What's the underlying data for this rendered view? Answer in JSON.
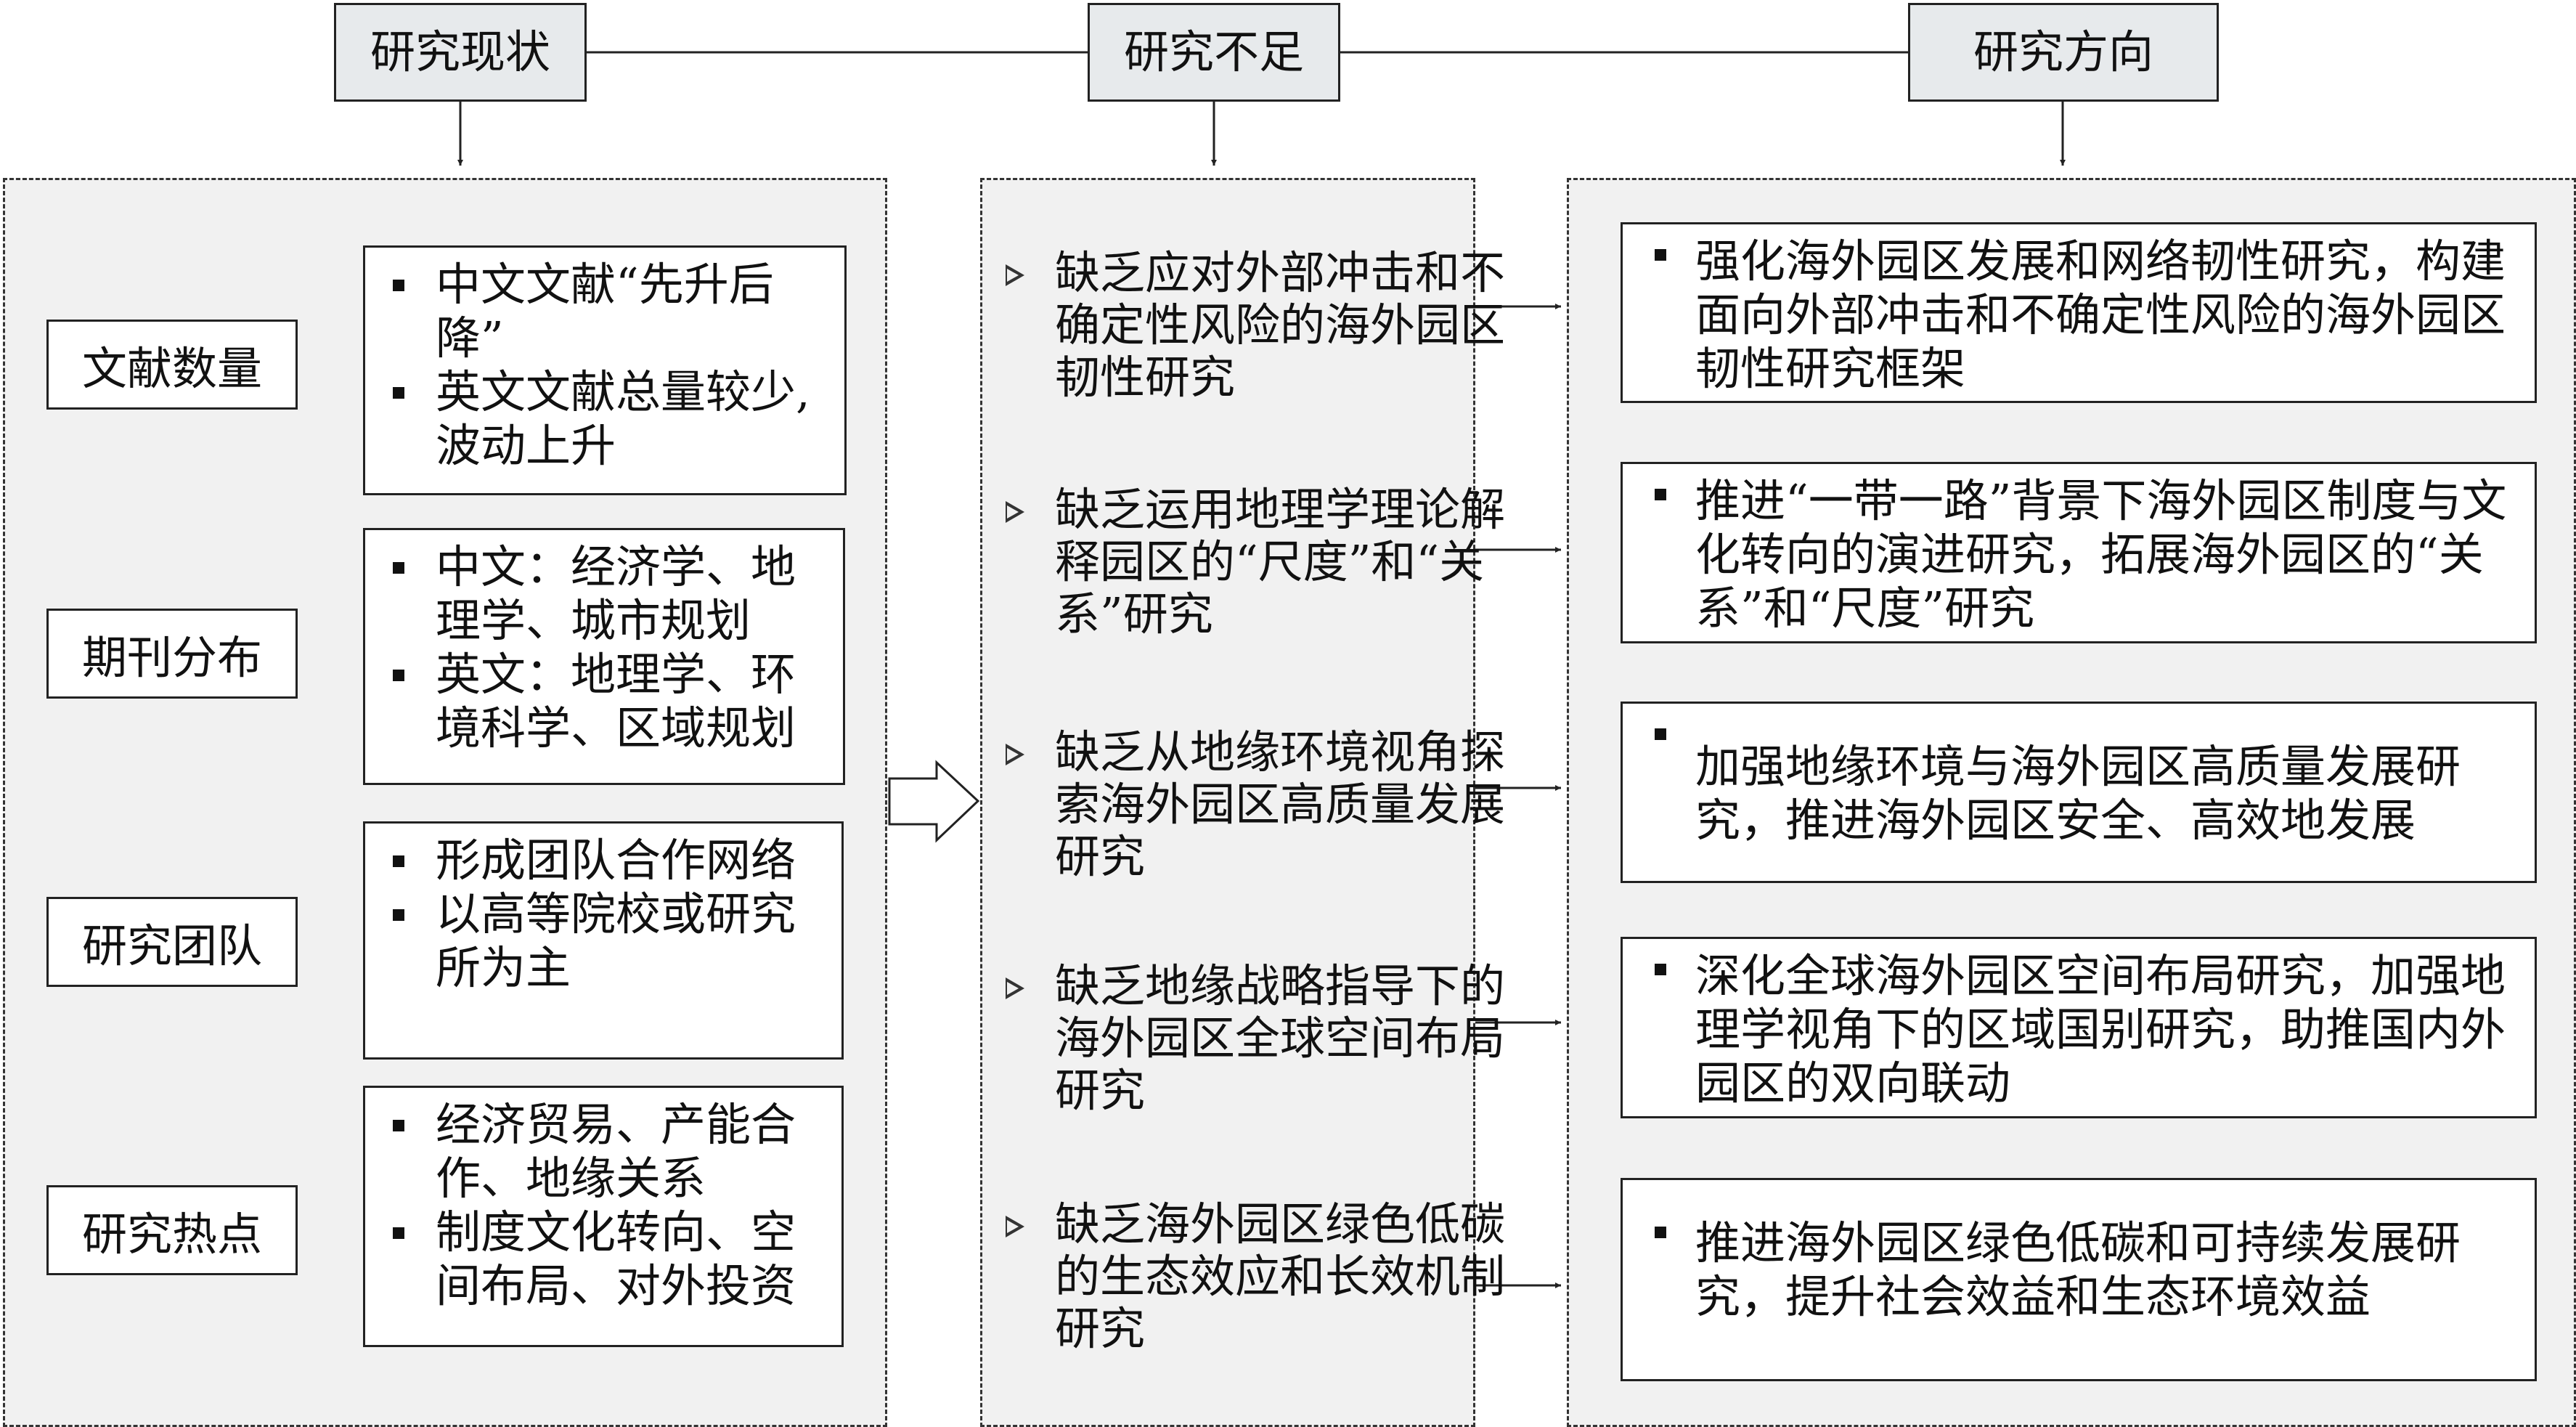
{
  "headers": {
    "status": "研究现状",
    "gaps": "研究不足",
    "directions": "研究方向"
  },
  "status_categories": [
    {
      "label": "文献数量",
      "bullets": [
        "中文文献“先升后降”",
        "英文文献总量较少, 波动上升"
      ]
    },
    {
      "label": "期刊分布",
      "bullets": [
        "中文：经济学、地理学、城市规划",
        "英文：地理学、环境科学、区域规划"
      ]
    },
    {
      "label": "研究团队",
      "bullets": [
        "形成团队合作网络",
        "以高等院校或研究所为主"
      ]
    },
    {
      "label": "研究热点",
      "bullets": [
        "经济贸易、产能合作、地缘关系",
        "制度文化转向、空间布局、对外投资"
      ]
    }
  ],
  "gaps": [
    "缺乏应对外部冲击和不确定性风险的海外园区韧性研究",
    "缺乏运用地理学理论解释园区的“尺度”和“关系”研究",
    "缺乏从地缘环境视角探索海外园区高质量发展研究",
    "缺乏地缘战略指导下的海外园区全球空间布局研究",
    "缺乏海外园区绿色低碳的生态效应和长效机制研究"
  ],
  "directions": [
    "强化海外园区发展和网络韧性研究，构建面向外部冲击和不确定性风险的海外园区韧性研究框架",
    "推进“一带一路”背景下海外园区制度与文化转向的演进研究，拓展海外园区的“关系”和“尺度”研究",
    "加强地缘环境与海外园区高质量发展研究，推进海外园区安全、高效地发展",
    "深化全球海外园区空间布局研究，加强地理学视角下的区域国别研究，助推国内外园区的双向联动",
    "推进海外园区绿色低碳和可持续发展研究，提升社会效益和生态环境效益"
  ]
}
